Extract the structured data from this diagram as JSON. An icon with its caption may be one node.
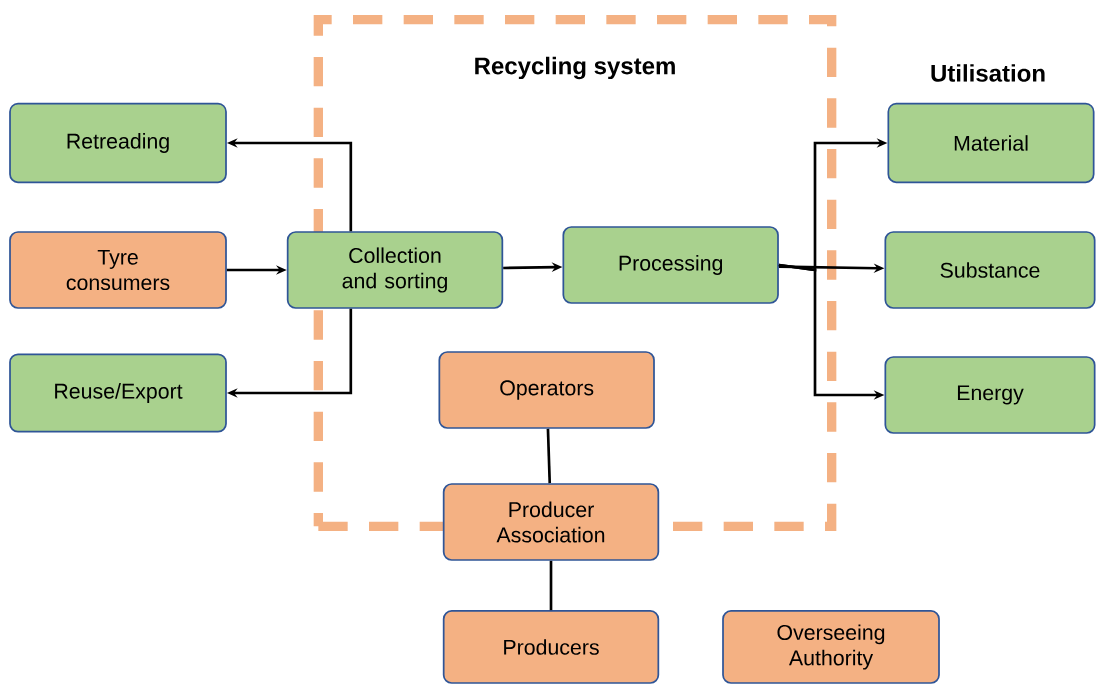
{
  "diagram": {
    "nodes": [
      {
        "text": [
          "Recycling system"
        ]
      },
      {
        "text": [
          "Retreading"
        ]
      },
      {
        "text": [
          "Tyre consumers"
        ]
      },
      {
        "text": [
          "Collection and sorting"
        ]
      },
      {
        "text": [
          "Processing"
        ],
        "in": 0
      },
      {
        "text": [
          "Material"
        ]
      },
      {
        "text": [
          "Substance"
        ]
      },
      {
        "text": [
          "Energy"
        ]
      },
      {
        "text": [
          "Reuse/Export"
        ]
      },
      {
        "text": [
          "Operators"
        ],
        "in": 0
      },
      {
        "text": [
          "Producer Association"
        ]
      },
      {
        "text": [
          "Producers"
        ]
      },
      {
        "text": [
          "Overseeing Authority"
        ]
      }
    ],
    "edges": [
      {
        "from": 2,
        "to": 3,
        "arrow": "to"
      },
      {
        "from": 3,
        "to": 4,
        "arrow": "to"
      },
      {
        "from": 3,
        "to": 1,
        "arrow": "to"
      },
      {
        "from": 3,
        "to": 8,
        "arrow": "to"
      },
      {
        "from": 4,
        "to": 5,
        "arrow": "to"
      },
      {
        "from": 4,
        "to": 6,
        "arrow": "to"
      },
      {
        "from": 4,
        "to": 7,
        "arrow": "to"
      },
      {
        "from": 9,
        "to": 10,
        "arrow": "none"
      },
      {
        "from": 10,
        "to": 11,
        "arrow": "none"
      }
    ],
    "labels": [
      "Utilisation"
    ]
  }
}
